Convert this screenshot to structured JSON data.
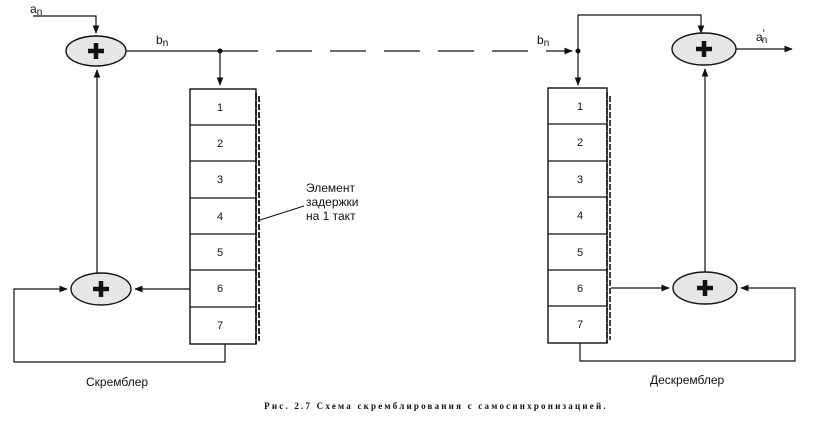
{
  "scrambler": {
    "label": "Скремблер",
    "input_label": "a",
    "input_sub": "n",
    "output_label": "b",
    "output_sub": "n",
    "cells": [
      "1",
      "2",
      "3",
      "4",
      "5",
      "6",
      "7"
    ],
    "delay_annotation": [
      "Элемент",
      "задержки",
      "на 1 такт"
    ]
  },
  "descrambler": {
    "label": "Дескремблер",
    "input_label": "b",
    "input_sub": "n",
    "output_label": "a",
    "output_sub": "n",
    "output_prime": "'",
    "cells": [
      "1",
      "2",
      "3",
      "4",
      "5",
      "6",
      "7"
    ]
  },
  "caption": "Рис. 2.7 Схема скремблирования с самосинхронизацией.",
  "colors": {
    "ink": "#111111",
    "adder_fill": "#e6e6e6",
    "background": "#ffffff"
  },
  "icons": {
    "adder": "plus-icon",
    "arrow": "arrowhead-icon"
  }
}
